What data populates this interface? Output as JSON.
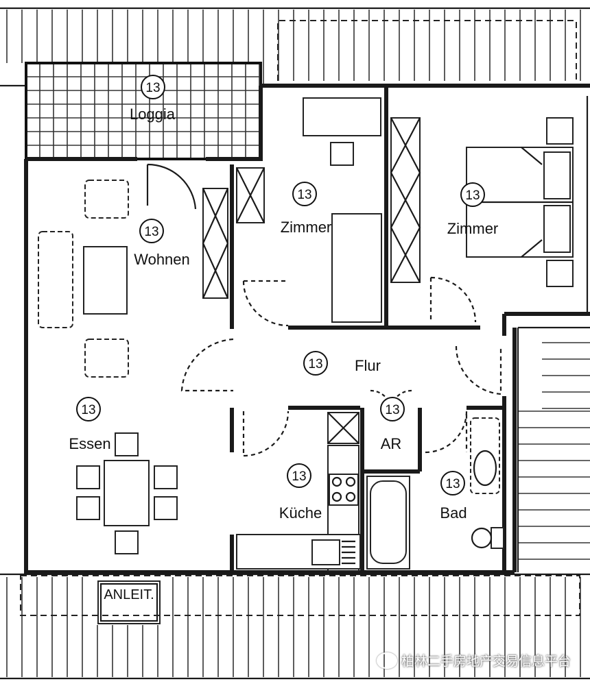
{
  "rooms": {
    "loggia": {
      "label": "Loggia",
      "code": "13"
    },
    "wohnen": {
      "label": "Wohnen",
      "code": "13"
    },
    "zimmer_left": {
      "label": "Zimmer",
      "code": "13"
    },
    "zimmer_right": {
      "label": "Zimmer",
      "code": "13"
    },
    "flur": {
      "label": "Flur",
      "code": "13"
    },
    "essen": {
      "label": "Essen",
      "code": "13"
    },
    "ar": {
      "label": "AR",
      "code": "13"
    },
    "kueche": {
      "label": "Küche",
      "code": "13"
    },
    "bad": {
      "label": "Bad",
      "code": "13"
    }
  },
  "hatch_label": "ANLEIT.",
  "watermark": {
    "text": "柏林二手房地产交易信息平台",
    "icon": "wechat-icon"
  }
}
